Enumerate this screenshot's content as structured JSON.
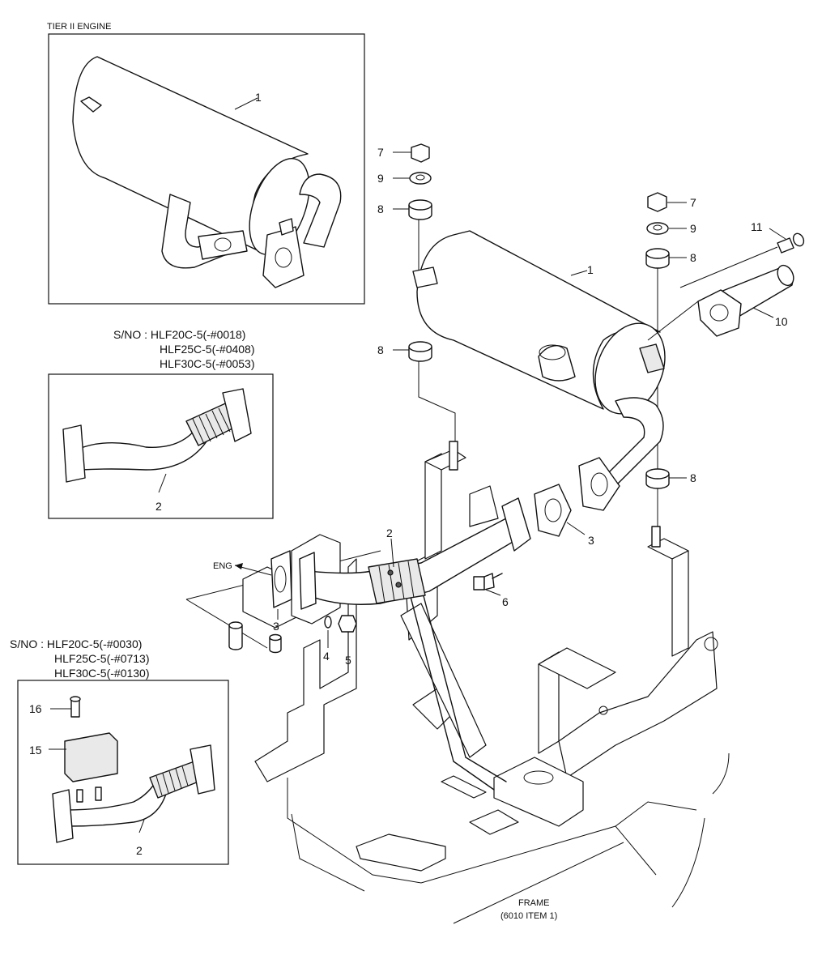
{
  "callouts": {
    "tier2_title": "TIER II ENGINE",
    "sno_group_1": [
      "S/NO : HLF20C-5(-#0018)",
      "HLF25C-5(-#0408)",
      "HLF30C-5(-#0053)"
    ],
    "sno_group_2": [
      "S/NO : HLF20C-5(-#0030)",
      "HLF25C-5(-#0713)",
      "HLF30C-5(-#0130)"
    ],
    "eng_label": "ENG",
    "frame_label": [
      "FRAME",
      "(6010 ITEM 1)"
    ]
  },
  "part_numbers": {
    "p1_muffler_tier2": "1",
    "p7_left": "7",
    "p9_left": "9",
    "p8_top_left": "8",
    "p7_right": "7",
    "p9_right": "9",
    "p8_top_right": "8",
    "p11": "11",
    "p1_muffler": "1",
    "p10": "10",
    "p8_mid_left": "8",
    "p2_pipe_inset1": "2",
    "p8_lower_right": "8",
    "p2_pipe_main": "2",
    "p3_gasket_right": "3",
    "p6": "6",
    "p3_gasket_left": "3",
    "p4": "4",
    "p5": "5",
    "p16": "16",
    "p15": "15",
    "p2_pipe_inset2": "2"
  }
}
